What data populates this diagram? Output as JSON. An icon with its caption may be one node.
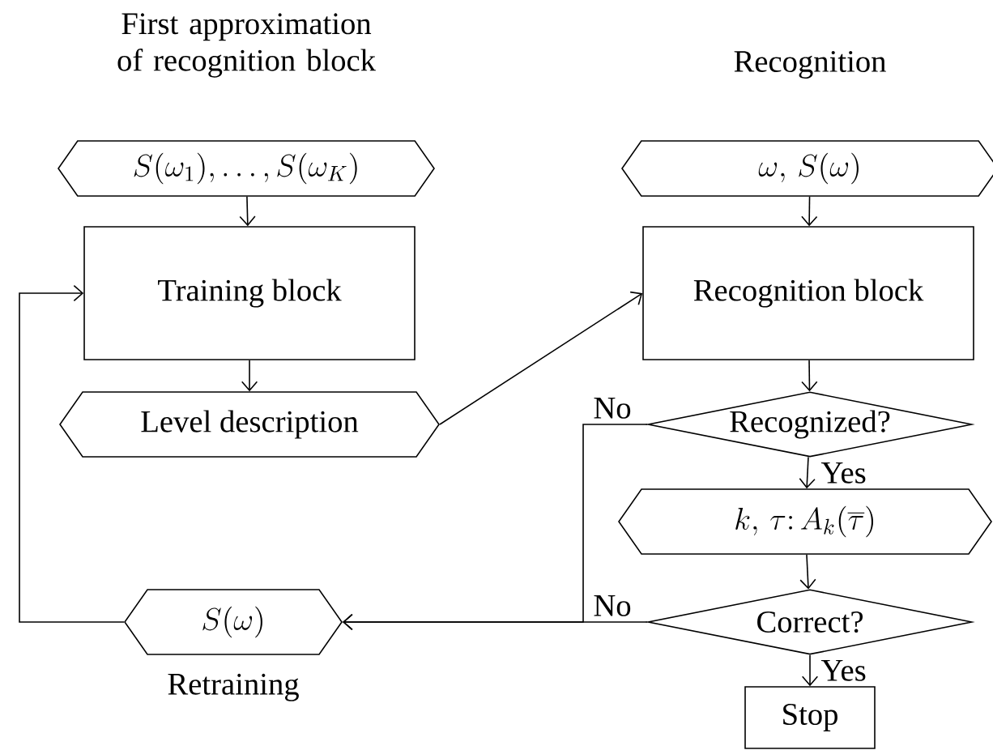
{
  "diagram": {
    "nodes": [
      {
        "text": [
          "S(\\omega_1), \\ldots, S(\\omega_K)"
        ]
      },
      {
        "text": [
          "Training block"
        ]
      },
      {
        "text": [
          "Level description"
        ]
      },
      {
        "text": [
          "\\omega,\\, S(\\omega)"
        ]
      },
      {
        "text": [
          "Recognition block"
        ]
      },
      {
        "text": [
          "Recognized?"
        ]
      },
      {
        "text": [
          "k,\\, \\tau\\colon A_k(\\overline{\\tau})"
        ]
      },
      {
        "text": [
          "Correct?"
        ]
      },
      {
        "text": [
          "Stop"
        ]
      },
      {
        "text": [
          "S(\\omega)"
        ],
        "beside": [
          "Retraining"
        ]
      }
    ],
    "edges": [
      {
        "from": 0,
        "to": 1,
        "arrow": "to"
      },
      {
        "from": 1,
        "to": 2,
        "arrow": "to"
      },
      {
        "from": 2,
        "to": 4,
        "arrow": "to"
      },
      {
        "from": 3,
        "to": 4,
        "arrow": "to"
      },
      {
        "from": 4,
        "to": 5,
        "arrow": "to"
      },
      {
        "from": 5,
        "to": 6,
        "arrow": "to",
        "label": "Yes"
      },
      {
        "from": 6,
        "to": 7,
        "arrow": "to"
      },
      {
        "from": 7,
        "to": 8,
        "arrow": "to",
        "label": "Yes"
      },
      {
        "from": 5,
        "to": 9,
        "arrow": "to",
        "label": "No"
      },
      {
        "from": 7,
        "to": 9,
        "arrow": "to",
        "label": "No"
      },
      {
        "from": 9,
        "to": 1,
        "arrow": "to"
      }
    ],
    "labels": [
      "First approximation of recognition block",
      "Recognition"
    ]
  }
}
